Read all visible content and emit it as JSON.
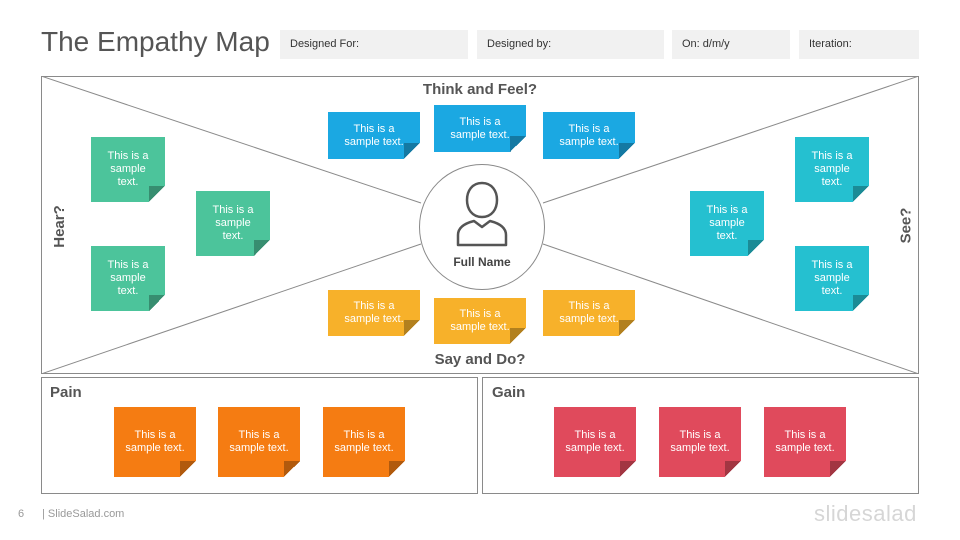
{
  "title": "The Empathy Map",
  "fields": {
    "designed_for": "Designed For:",
    "designed_by": "Designed by:",
    "on": "On: d/m/y",
    "iteration": "Iteration:"
  },
  "map": {
    "think": "Think and Feel?",
    "say": "Say and Do?",
    "hear": "Hear?",
    "see": "See?",
    "full_name": "Full Name"
  },
  "notes": {
    "think": [
      "This is a sample text.",
      "This is a sample text.",
      "This is a sample text."
    ],
    "say": [
      "This is a sample text.",
      "This is a sample text.",
      "This is a sample text."
    ],
    "hear": [
      "This is a sample text.",
      "This is a sample text.",
      "This is a sample text."
    ],
    "see": [
      "This is a sample text.",
      "This is a sample text.",
      "This is a sample text."
    ],
    "pain": [
      "This is a sample text.",
      "This is a sample text.",
      "This is a sample text."
    ],
    "gain": [
      "This is a sample text.",
      "This is a sample text.",
      "This is a sample text."
    ]
  },
  "sections": {
    "pain": "Pain",
    "gain": "Gain"
  },
  "colors": {
    "blue": "#1ba8e2",
    "amber": "#f7b12a",
    "green": "#4cc49b",
    "teal": "#25c0d0",
    "orange": "#f57c12",
    "red": "#e04a5c"
  },
  "footer": {
    "page": "6",
    "site": "| SlideSalad.com",
    "brand": "slidesalad"
  }
}
